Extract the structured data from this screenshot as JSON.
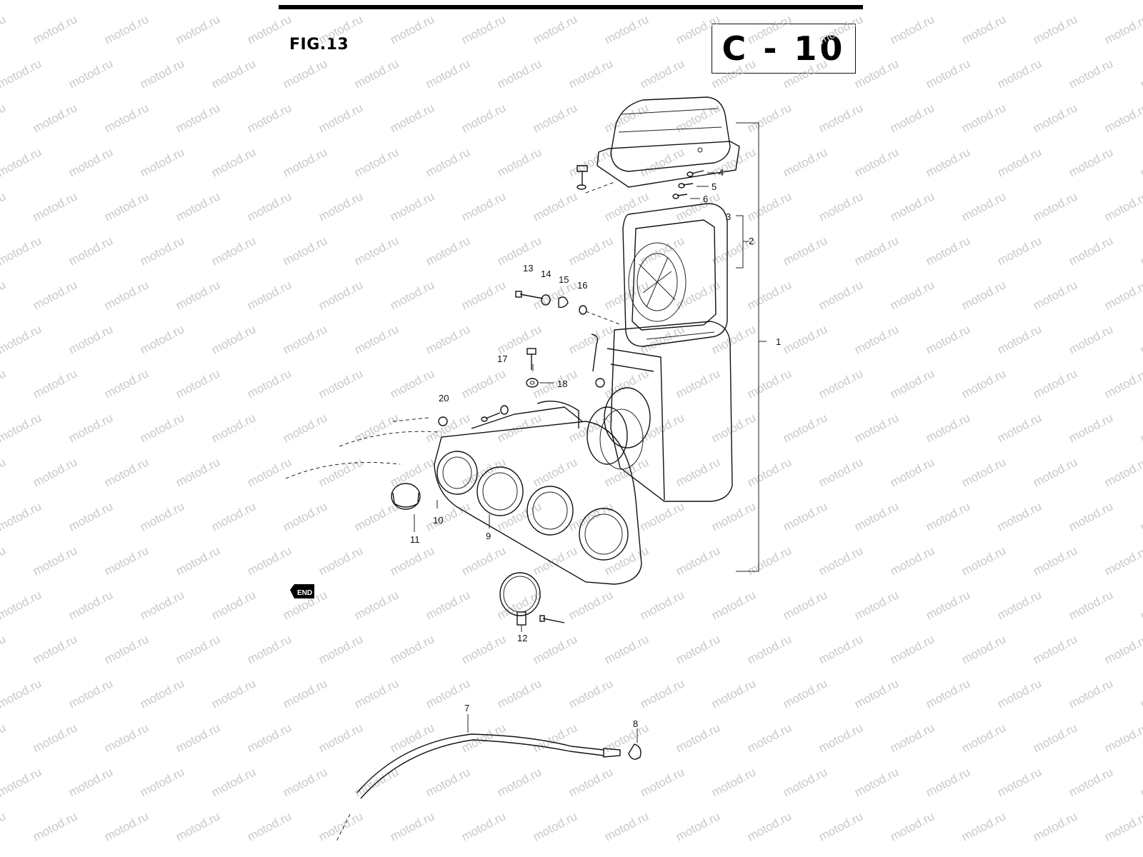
{
  "header": {
    "figure_label": "FIG.13",
    "page_code": "C - 10"
  },
  "watermark": {
    "text": "motod.ru",
    "color": "#c8c8c8"
  },
  "end_badge": "END",
  "callouts": [
    "1",
    "2",
    "3",
    "4",
    "5",
    "6",
    "7",
    "8",
    "9",
    "10",
    "11",
    "12",
    "13",
    "14",
    "15",
    "16",
    "17",
    "18",
    "20"
  ],
  "colors": {
    "ink": "#111111",
    "paper": "#ffffff"
  }
}
